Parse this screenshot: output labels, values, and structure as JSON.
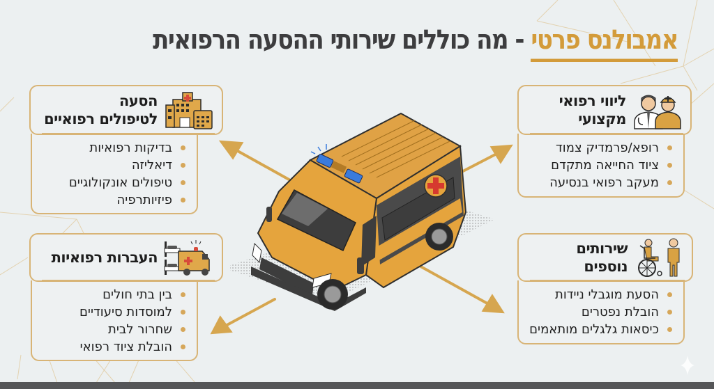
{
  "title": {
    "accent": "אמבולנס פרטי",
    "rest": " - מה כוללים שירותי ההסעה הרפואית"
  },
  "colors": {
    "accent": "#d39b3a",
    "title_dark": "#3d3d3f",
    "card_border": "#d8b476",
    "background": "#ecf0f1",
    "footer": "#555658"
  },
  "cards": {
    "treatments": {
      "icon": "hospital-calendar-icon",
      "title_line1": "הסעה",
      "title_line2": "לטיפולים רפואיים",
      "items": [
        "בדיקות רפואיות",
        "דיאליזה",
        "טיפולים אונקולוגיים",
        "פיזיותרפיה"
      ]
    },
    "escort": {
      "icon": "doctor-paramedic-icon",
      "title_line1": "ליווי רפואי",
      "title_line2": "מקצועי",
      "items": [
        "רופא/פרמדיק צמוד",
        "ציוד החייאה מתקדם",
        "מעקב רפואי בנסיעה"
      ]
    },
    "transfers": {
      "icon": "beds-ambulance-icon",
      "title_line1": "העברות רפואיות",
      "items": [
        "בין בתי חולים",
        "למוסדות סיעודיים",
        "שחרור לבית",
        "הובלת ציוד רפואי"
      ]
    },
    "additional": {
      "icon": "wheelchair-person-icon",
      "title_line1": "שירותים נוספים",
      "items": [
        "הסעת מוגבלי ניידות",
        "הובלת נפטרים",
        "כיסאות גלגלים מותאמים"
      ]
    }
  },
  "center_image": "ambulance-van-illustration"
}
